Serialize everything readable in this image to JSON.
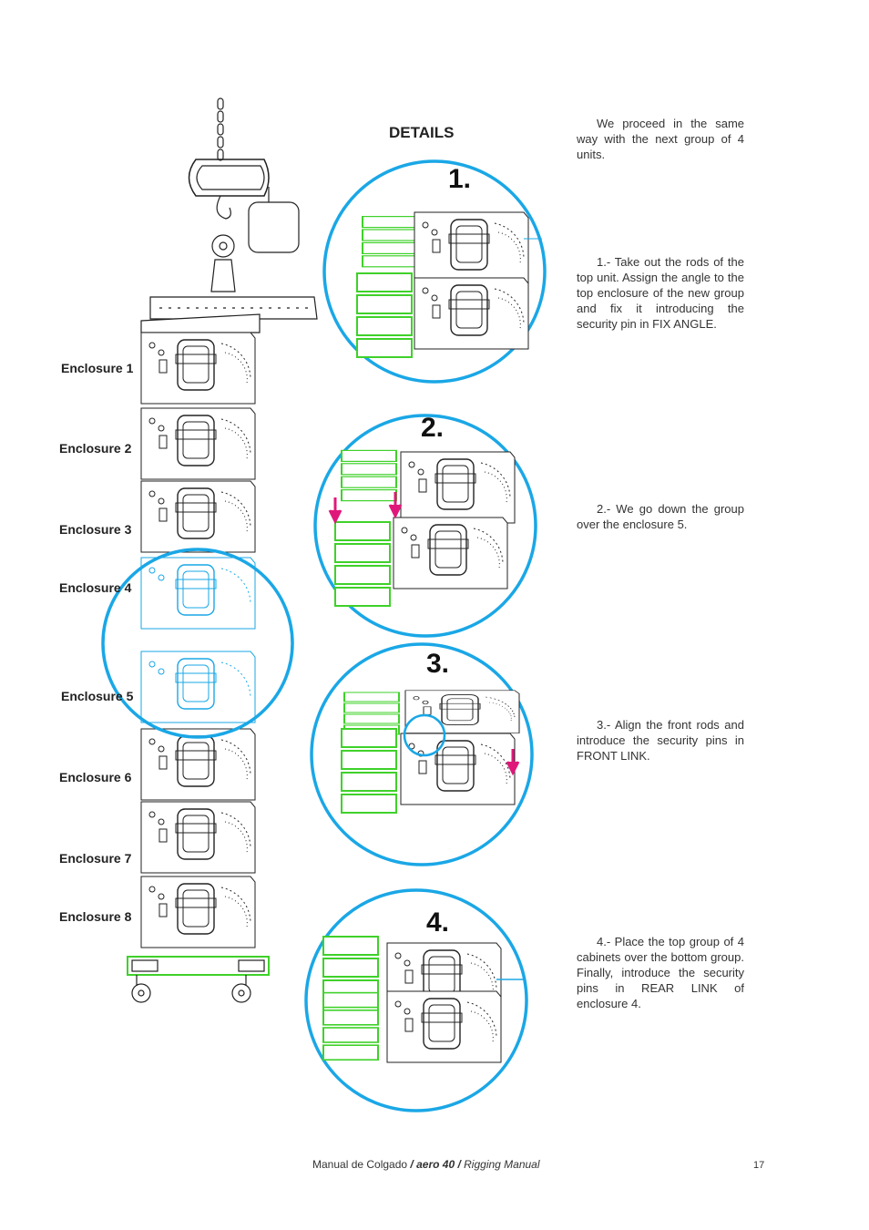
{
  "details_title": "DETAILS",
  "enclosure_labels": [
    "Enclosure 1",
    "Enclosure 2",
    "Enclosure 3",
    "Enclosure 4",
    "Enclosure 5",
    "Enclosure 6",
    "Enclosure 7",
    "Enclosure 8"
  ],
  "steps": [
    {
      "number": "1.",
      "text": "1.- Take out the rods of the top unit. Assign the angle to the top enclosure of the new group and fix it introducing the security pin in FIX ANGLE."
    },
    {
      "number": "2.",
      "text": "2.- We go down the group over the enclosure 5."
    },
    {
      "number": "3.",
      "text": "3.- Align the front rods and introduce the security pins in FRONT LINK."
    },
    {
      "number": "4.",
      "text": "4.- Place the top group of 4 cabinets over the bottom group. Finally, introduce the security pins in REAR LINK of enclosure 4."
    }
  ],
  "intro_text": "We proceed in the same way with the next group of 4 units.",
  "footer": {
    "prefix": "Manual de Colgado",
    "sep1": " / ",
    "product": "aero 40",
    "sep2": " / ",
    "suffix": "Rigging Manual"
  },
  "page_number": "17",
  "colors": {
    "circle": "#1aa7e6",
    "cabinet_green": "#3fd12a",
    "arrow": "#e0177a",
    "line": "#222222"
  }
}
